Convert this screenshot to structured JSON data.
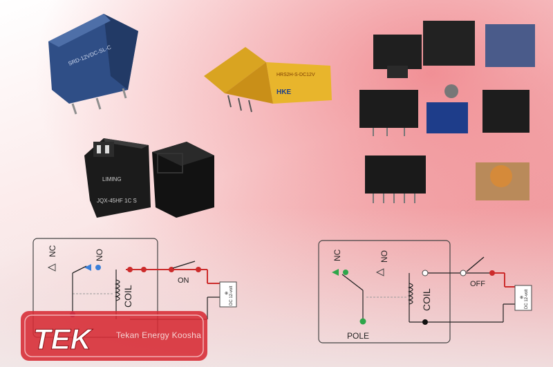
{
  "relays": {
    "blue_relay_marking": "SRD-12VDC-SL-C",
    "yellow_relay_marking": "HRS2H-S-DC12V",
    "yellow_relay_brand": "HKE",
    "black_relay_brand": "LIMING",
    "black_relay_model": "JQX-45HF 1C S"
  },
  "diagram_left": {
    "nc_label": "NC",
    "no_label": "NO",
    "coil_label": "COIL",
    "switch_label": "ON",
    "battery_label": "DC 12-volt",
    "battery_symbol": "⊕"
  },
  "diagram_right": {
    "nc_label": "NC",
    "no_label": "NO",
    "coil_label": "COIL",
    "switch_label": "OFF",
    "pole_label": "POLE",
    "battery_label": "DC 12-volt",
    "battery_symbol": "⊕"
  },
  "logo": {
    "mark": "TEK",
    "company": "Tekan Energy Koosha"
  },
  "colors": {
    "wire_red": "#cc2b2b",
    "dot_blue": "#3a7fd9",
    "dot_green": "#2ea64a",
    "dot_purple": "#7b3fa0",
    "logo_red": "#d62a33"
  }
}
